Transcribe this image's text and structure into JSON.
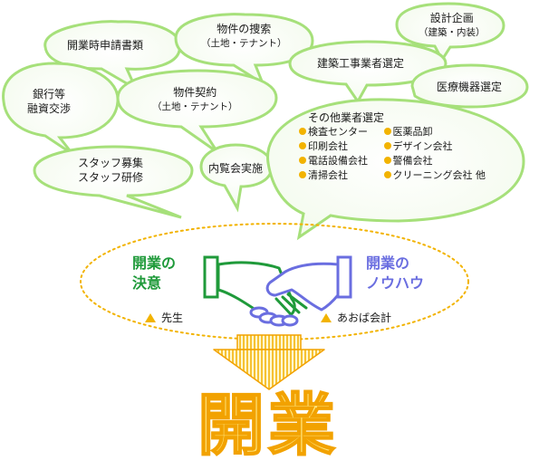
{
  "bubbles": {
    "opening_docs": "開業時申請書類",
    "property_search": "物件の捜索",
    "property_search_sub": "（土地・テナント）",
    "design_plan": "設計企画",
    "design_plan_sub": "（建築・内装）",
    "bank_1": "銀行等",
    "bank_2": "融資交渉",
    "property_contract": "物件契約",
    "property_contract_sub": "（土地・テナント）",
    "contractor": "建築工事業者選定",
    "medical_equipment": "医療機器選定",
    "staff_1": "スタッフ募集",
    "staff_2": "スタッフ研修",
    "preview": "内覧会実施"
  },
  "vendors": {
    "title": "その他業者選定",
    "rows": [
      [
        "検査センター",
        "医薬品卸"
      ],
      [
        "印刷会社",
        "デザイン会社"
      ],
      [
        "電話設備会社",
        "警備会社"
      ],
      [
        "清掃会社",
        "クリーニング会社 他"
      ]
    ]
  },
  "handshake": {
    "left_line1": "開業の",
    "left_line2": "決意",
    "right_line1": "開業の",
    "right_line2": "ノウハウ",
    "left_party": "先生",
    "right_party": "あおば会計"
  },
  "result": "開業",
  "colors": {
    "bubble_stroke": "#a6e07a",
    "left_green": "#1f9a3a",
    "right_blue": "#6a6ee0",
    "accent_gold": "#f2b300"
  },
  "icons": {
    "vendor_bullet": "orange-dot",
    "party_marker": "yellow-triangle",
    "arrow": "down-arrow"
  }
}
